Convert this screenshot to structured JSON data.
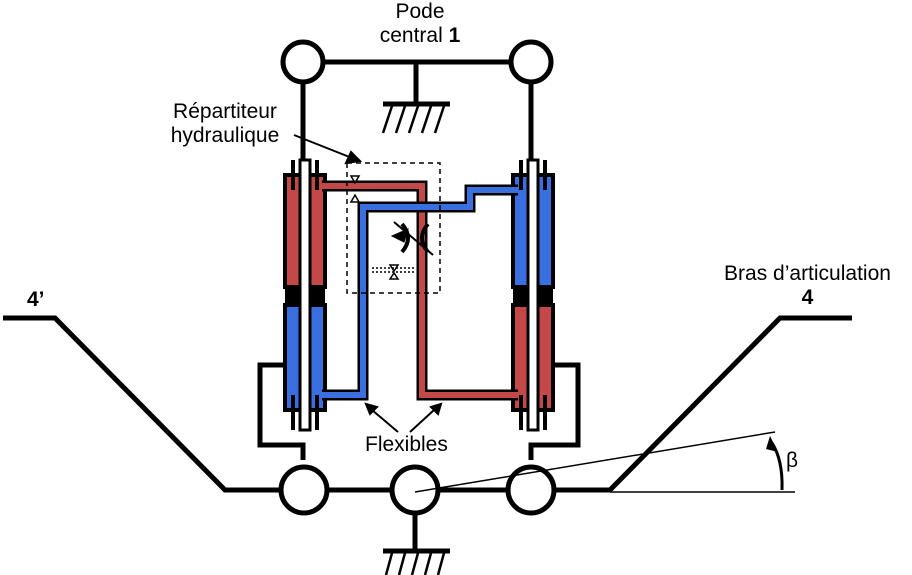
{
  "labels": {
    "pode_line1": "Pode",
    "pode_line2": "central",
    "pode_num": "1",
    "repartiteur_line1": "Répartiteur",
    "repartiteur_line2": "hydraulique",
    "bras_line1": "Bras d’articulation",
    "bras_num": "4",
    "arm_left": "4’",
    "flexibles": "Flexibles",
    "beta": "β"
  },
  "colors": {
    "hydraulic_red": "#c44848",
    "hydraulic_blue": "#3a6fe0",
    "structure": "#000000"
  }
}
